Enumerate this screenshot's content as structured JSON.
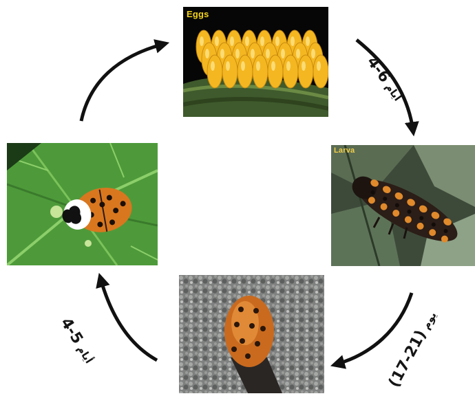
{
  "stages": {
    "eggs": {
      "label": "Eggs"
    },
    "larva": {
      "label": "Larva"
    },
    "pupa": {
      "label": ""
    },
    "adult": {
      "label": ""
    }
  },
  "durations": {
    "eggs_to_larva": {
      "value": "6-4",
      "unit": "أيام"
    },
    "larva_to_pupa": {
      "value": "(21-17)",
      "unit": "يوم"
    },
    "pupa_to_adult": {
      "value": "5-4",
      "unit": "أيام"
    }
  },
  "colors": {
    "arrow": "#111111",
    "egg": "#f4b721",
    "larva_body": "#2b1d17",
    "larva_spot": "#e08a2c",
    "beetle_shell": "#d9771f",
    "leaf": "#4f9a3a"
  }
}
